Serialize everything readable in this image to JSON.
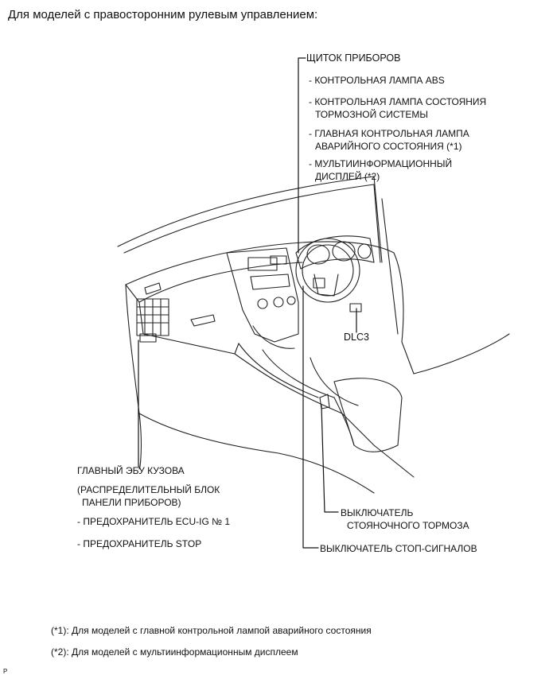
{
  "heading": "Для моделей с правосторонним рулевым управлением:",
  "combination_meter": {
    "title": "ЩИТОК ПРИБОРОВ",
    "items": [
      "- КОНТРОЛЬНАЯ ЛАМПА ABS",
      "- КОНТРОЛЬНАЯ ЛАМПА СОСТОЯНИЯ",
      "ТОРМОЗНОЙ СИСТЕМЫ",
      "- ГЛАВНАЯ КОНТРОЛЬНАЯ ЛАМПА",
      "АВАРИЙНОГО СОСТОЯНИЯ (*1)",
      "- МУЛЬТИИНФОРМАЦИОННЫЙ",
      "ДИСПЛЕЙ (*2)"
    ]
  },
  "dlc3": "DLC3",
  "main_body_ecu": {
    "title": "ГЛАВНЫЙ ЭБУ КУЗОВА",
    "subtitle_line1": "(РАСПРЕДЕЛИТЕЛЬНЫЙ БЛОК",
    "subtitle_line2": "ПАНЕЛИ ПРИБОРОВ)",
    "fuse1": "- ПРЕДОХРАНИТЕЛЬ ECU-IG № 1",
    "fuse2": "- ПРЕДОХРАНИТЕЛЬ STOP"
  },
  "parking_brake_switch": {
    "line1": "ВЫКЛЮЧАТЕЛЬ",
    "line2": "СТОЯНОЧНОГО ТОРМОЗА"
  },
  "stop_light_switch": "ВЫКЛЮЧАТЕЛЬ СТОП-СИГНАЛОВ",
  "notes": {
    "note1": "(*1): Для моделей с главной контрольной лампой аварийного состояния",
    "note2": "(*2): Для моделей с мультиинформационным дисплеем"
  },
  "corner_mark": "P"
}
